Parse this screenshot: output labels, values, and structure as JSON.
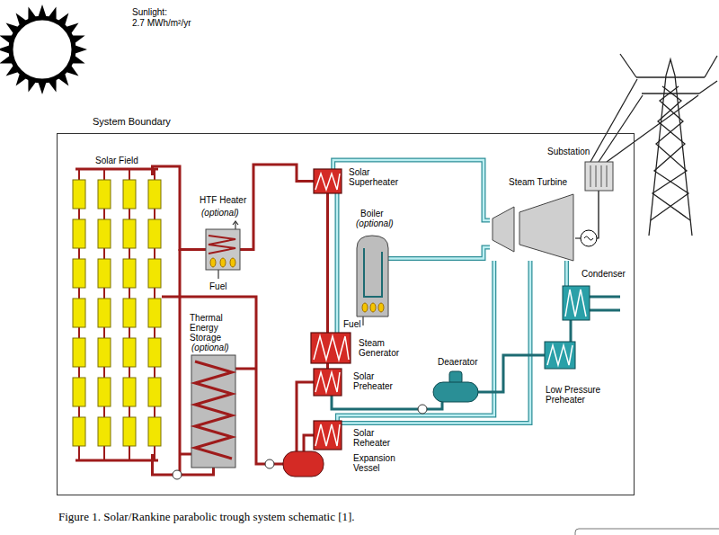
{
  "diagram": {
    "caption": "Figure 1.  Solar/Rankine parabolic trough system schematic [1].",
    "nodes": [
      {
        "text": [
          "System Boundary"
        ]
      },
      {
        "text": [
          "Solar Field"
        ],
        "in": 0
      },
      {
        "text": [
          "HTF Heater",
          "(optional)"
        ],
        "in": 0
      },
      {
        "text": [
          "Thermal Energy Storage",
          "(optional)"
        ],
        "in": 0
      },
      {
        "text": [
          "Solar Superheater"
        ],
        "in": 0
      },
      {
        "text": [
          "Boiler",
          "(optional)"
        ],
        "in": 0
      },
      {
        "text": [
          "Steam Generator"
        ],
        "in": 0
      },
      {
        "text": [
          "Solar Preheater"
        ],
        "in": 0
      },
      {
        "text": [
          "Solar Reheater"
        ],
        "in": 0
      },
      {
        "text": [
          "Expansion Vessel"
        ],
        "in": 0
      },
      {
        "text": [
          "Deaerator"
        ],
        "in": 0
      },
      {
        "text": [
          "Steam Turbine"
        ],
        "in": 0
      },
      {
        "text": [
          "Substation"
        ],
        "in": 0
      },
      {
        "text": [
          "Condenser"
        ],
        "in": 0
      },
      {
        "text": [
          "Low Pressure Preheater"
        ],
        "in": 0
      }
    ],
    "edges": [
      {
        "from": 1,
        "to": 3,
        "arrow": "none"
      },
      {
        "from": 1,
        "to": 2,
        "arrow": "none"
      },
      {
        "from": 2,
        "to": 4,
        "arrow": "none"
      },
      {
        "from": 4,
        "to": 6,
        "arrow": "none"
      },
      {
        "from": 6,
        "to": 7,
        "arrow": "none"
      },
      {
        "from": 7,
        "to": 9,
        "arrow": "none"
      },
      {
        "from": 8,
        "to": 9,
        "arrow": "none"
      },
      {
        "from": 9,
        "to": 1,
        "arrow": "none"
      },
      {
        "from": 4,
        "to": 11,
        "arrow": "none"
      },
      {
        "from": 11,
        "to": 8,
        "arrow": "none"
      },
      {
        "from": 8,
        "to": 11,
        "arrow": "none"
      },
      {
        "from": 11,
        "to": 13,
        "arrow": "none"
      },
      {
        "from": 13,
        "to": 14,
        "arrow": "none"
      },
      {
        "from": 14,
        "to": 10,
        "arrow": "none"
      },
      {
        "from": 10,
        "to": 7,
        "arrow": "none"
      },
      {
        "from": 6,
        "to": 4,
        "arrow": "none"
      },
      {
        "from": 5,
        "to": 11,
        "arrow": "none"
      },
      {
        "from": 11,
        "to": 12,
        "arrow": "none"
      }
    ],
    "labels": [
      "Sunlight:",
      "2.7 MWh/m²/yr",
      "Fuel",
      "Fuel"
    ]
  }
}
